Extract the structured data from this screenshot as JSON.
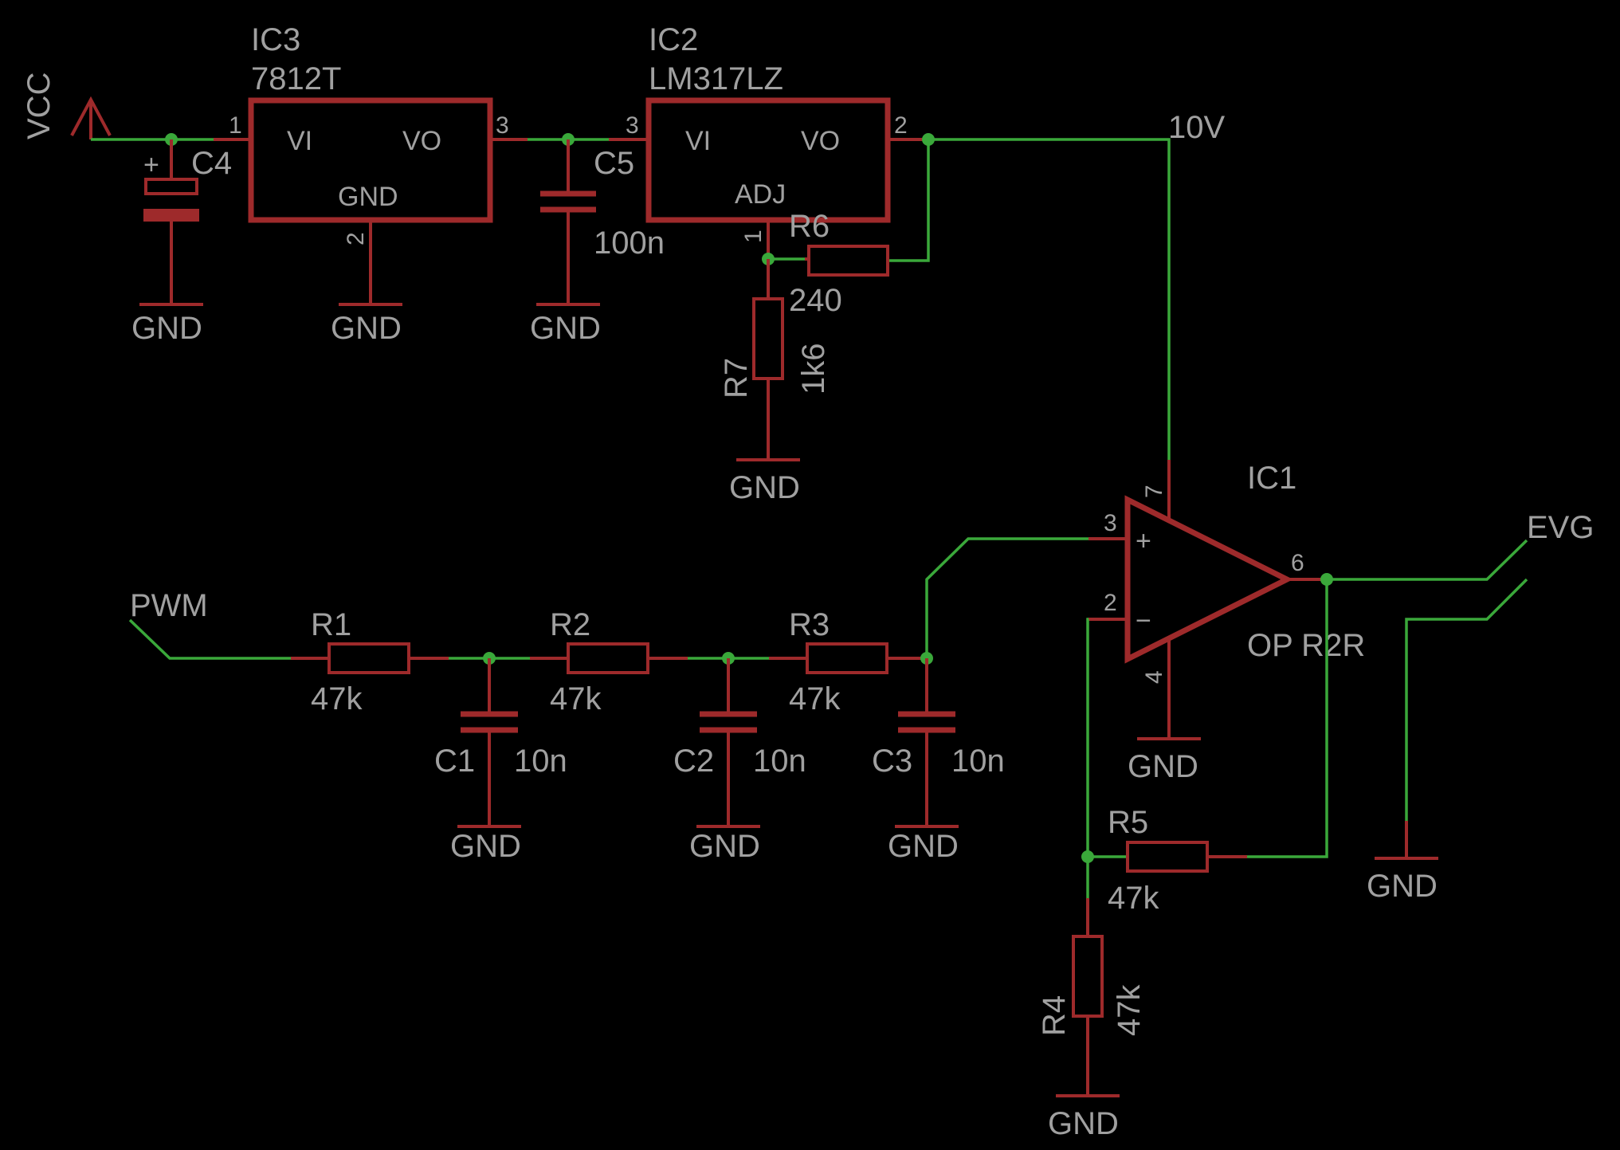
{
  "power": {
    "vcc": "VCC",
    "gnd": "GND",
    "rail_10v": "10V"
  },
  "nets": {
    "pwm": "PWM",
    "evg": "EVG"
  },
  "ic3": {
    "name": "IC3",
    "value": "7812T",
    "vi": "VI",
    "vo": "VO",
    "gnd": "GND",
    "pin_in": "1",
    "pin_gnd": "2",
    "pin_out": "3"
  },
  "ic2": {
    "name": "IC2",
    "value": "LM317LZ",
    "vi": "VI",
    "vo": "VO",
    "adj": "ADJ",
    "pin_in": "3",
    "pin_out": "2",
    "pin_adj": "1"
  },
  "ic1": {
    "name": "IC1",
    "value": "OP R2R",
    "pin_vplus": "7",
    "pin_noninv": "3",
    "pin_inv": "2",
    "pin_vminus": "4",
    "pin_out": "6",
    "plus": "+",
    "minus": "−"
  },
  "c4": {
    "name": "C4",
    "polarity": "+"
  },
  "c5": {
    "name": "C5",
    "value": "100n"
  },
  "r6": {
    "name": "R6",
    "value": "240"
  },
  "r7": {
    "name": "R7",
    "value": "1k6"
  },
  "r1": {
    "name": "R1",
    "value": "47k"
  },
  "r2": {
    "name": "R2",
    "value": "47k"
  },
  "r3": {
    "name": "R3",
    "value": "47k"
  },
  "r4": {
    "name": "R4",
    "value": "47k"
  },
  "r5": {
    "name": "R5",
    "value": "47k"
  },
  "c1": {
    "name": "C1",
    "value": "10n"
  },
  "c2": {
    "name": "C2",
    "value": "10n"
  },
  "c3": {
    "name": "C3",
    "value": "10n"
  }
}
